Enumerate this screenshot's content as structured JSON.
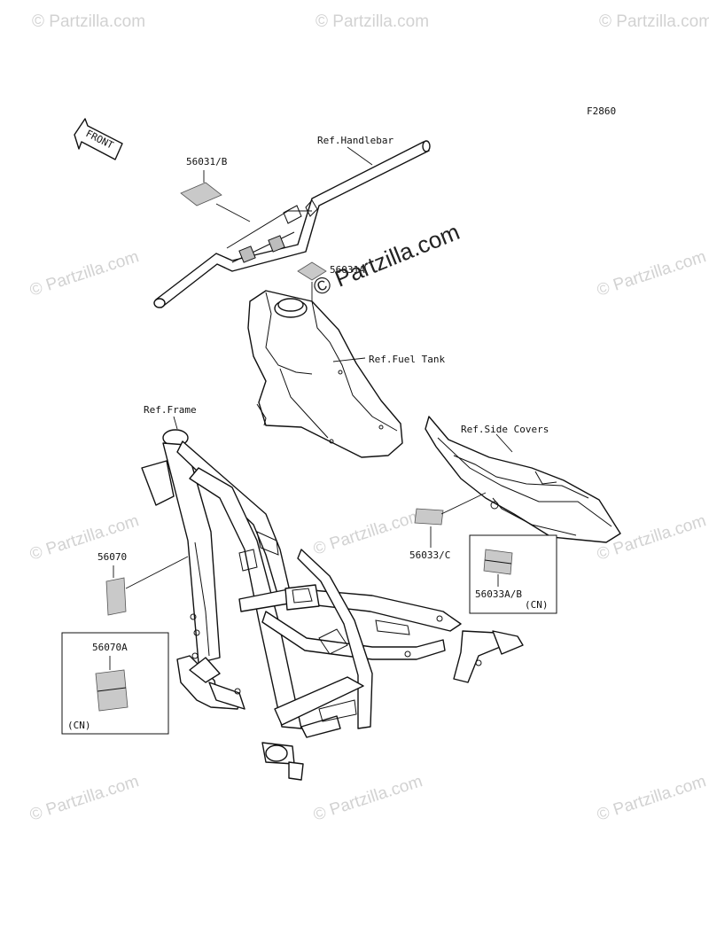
{
  "diagram": {
    "figure_code": "F2860",
    "front_arrow_label": "FRONT",
    "watermark_text": "© Partzilla.com",
    "labels": {
      "handlebar_ref": "Ref.Handlebar",
      "part_56031b": "56031/B",
      "part_56031a": "56031A",
      "fuel_tank_ref": "Ref.Fuel Tank",
      "frame_ref": "Ref.Frame",
      "side_covers_ref": "Ref.Side Covers",
      "part_56070": "56070",
      "part_56070a": "56070A",
      "cn_left": "(CN)",
      "part_56033c": "56033/C",
      "part_56033ab": "56033A/B",
      "cn_right": "(CN)"
    }
  }
}
